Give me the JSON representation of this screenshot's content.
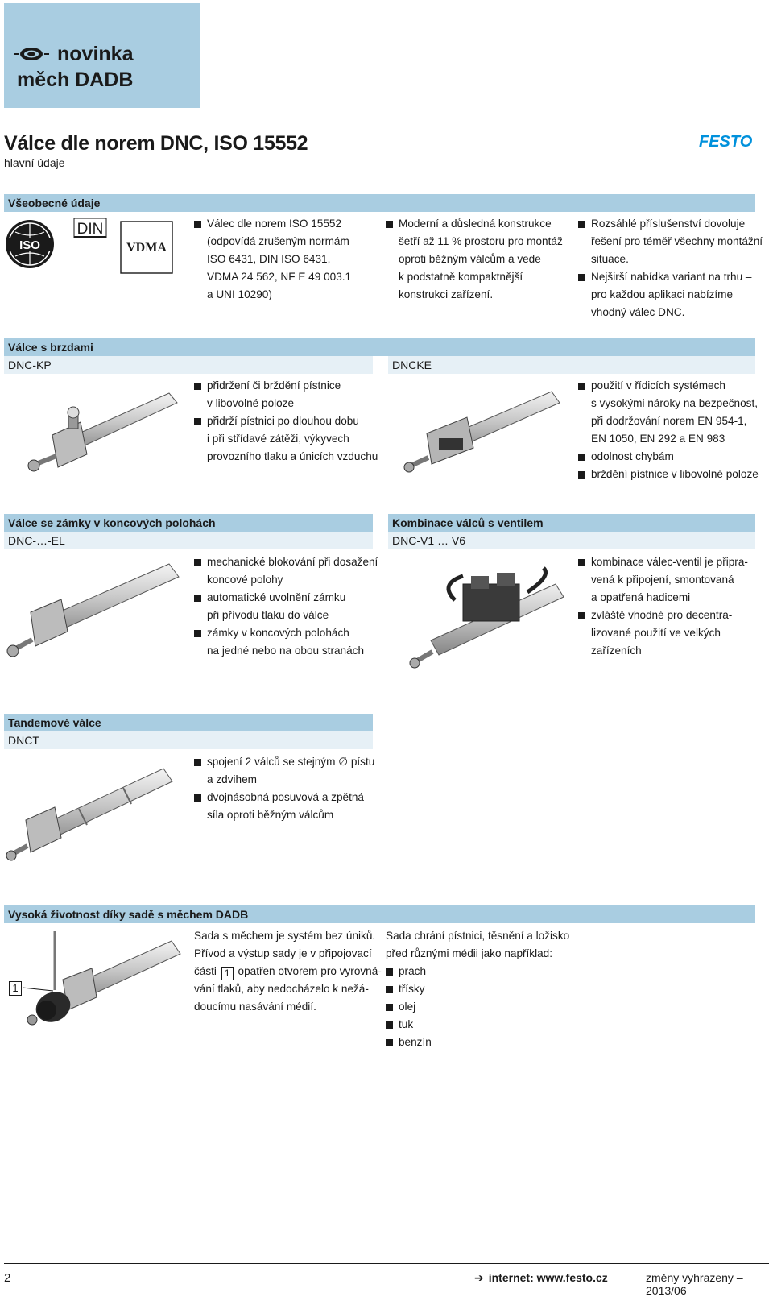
{
  "header": {
    "badge_line1": "novinka",
    "badge_line2": "měch DADB",
    "title": "Válce dle norem DNC, ISO 15552",
    "subtitle": "hlavní údaje",
    "logo_text": "FESTO"
  },
  "general": {
    "heading": "Všeobecné údaje",
    "logos": {
      "iso": "ISO",
      "din": "DIN",
      "vdma": "VDMA"
    },
    "col1": [
      "Válec dle norem ISO 15552",
      "(odpovídá zrušeným normám",
      "ISO 6431, DIN ISO 6431,",
      "VDMA 24 562, NF E 49 003.1",
      "a UNI 10290)"
    ],
    "col2": [
      "Moderní a důsledná konstrukce",
      "šetří až 11 % prostoru pro montáž",
      "oproti běžným válcům a vede",
      "k podstatně kompaktnější",
      "konstrukci zařízení."
    ],
    "col3_item1": [
      "Rozsáhlé příslušenství dovoluje",
      "řešení pro téměř všechny montážní",
      "situace."
    ],
    "col3_item2": [
      "Nejširší nabídka variant na trhu –",
      "pro každou aplikaci nabízíme",
      "vhodný válec DNC."
    ]
  },
  "brakes": {
    "heading": "Válce s brzdami",
    "left_model": "DNC-KP",
    "right_model": "DNCKE",
    "left_item1": [
      "přidržení či brždění pístnice",
      "v libovolné poloze"
    ],
    "left_item2": [
      "přidrží pístnici po dlouhou dobu",
      "i při střídavé zátěži, výkyvech",
      "provozního tlaku a únicích vzduchu"
    ],
    "right_item1": [
      "použití v řídicích systémech",
      "s vysokými nároky na bezpečnost,",
      "při dodržování norem EN 954-1,",
      "EN 1050, EN 292 a EN 983"
    ],
    "right_item2": [
      "odolnost chybám"
    ],
    "right_item3": [
      "brždění pístnice v libovolné poloze"
    ]
  },
  "locks": {
    "heading": "Válce se zámky v koncových polohách",
    "model": "DNC-…-EL",
    "item1": [
      "mechanické blokování při dosažení",
      "koncové polohy"
    ],
    "item2": [
      "automatické uvolnění zámku",
      "při přívodu tlaku do válce"
    ],
    "item3": [
      "zámky v koncových polohách",
      "na jedné nebo na obou stranách"
    ]
  },
  "valve": {
    "heading": "Kombinace válců s ventilem",
    "model": "DNC-V1 … V6",
    "item1": [
      "kombinace válec-ventil je připra-",
      "vená k připojení, smontovaná",
      "a opatřená hadicemi"
    ],
    "item2": [
      "zvláště vhodné pro decentra-",
      "lizované použití ve velkých",
      "zařízeních"
    ]
  },
  "tandem": {
    "heading": "Tandemové válce",
    "model": "DNCT",
    "item1": [
      "spojení 2 válců se stejným ∅ pístu",
      "a zdvihem"
    ],
    "item2": [
      "dvojnásobná posuvová a zpětná",
      "síla oproti běžným válcům"
    ]
  },
  "life": {
    "heading": "Vysoká životnost díky sadě s měchem DADB",
    "callout": "1",
    "para_l1": "Sada s měchem je systém bez úniků.",
    "para_l2": "Přívod a výstup sady je v připojovací",
    "para_l3_a": "části",
    "para_l3_b": "opatřen otvorem pro vyrovná-",
    "para_l4": "vání tlaků, aby nedocházelo k nežá-",
    "para_l5": "doucímu nasávání médií.",
    "right_l1": "Sada chrání pístnici, těsnění a ložisko",
    "right_l2": "před různými médii jako například:",
    "media": [
      "prach",
      "třísky",
      "olej",
      "tuk",
      "benzín"
    ]
  },
  "footer": {
    "page": "2",
    "internet": "internet: www.festo.cz",
    "right": "změny vyhrazeny – 2013/06"
  },
  "colors": {
    "band": "#a9cde1",
    "subband": "#e6f0f6",
    "festo_blue": "#0091dc"
  }
}
